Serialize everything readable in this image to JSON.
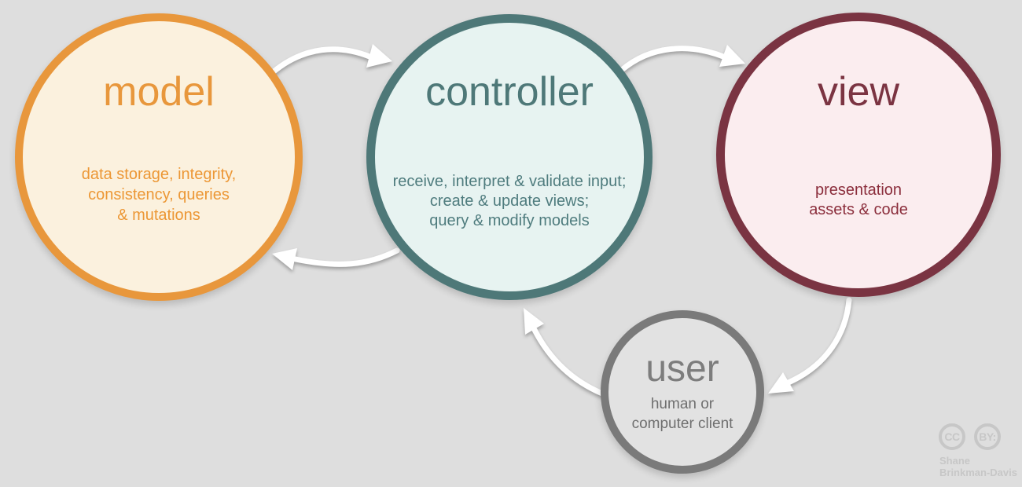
{
  "diagram": {
    "background_color": "#dedede",
    "arrow_color": "#ffffff",
    "nodes": {
      "model": {
        "label": "model",
        "desc_lines": [
          "data storage, integrity,",
          "consistency, queries",
          "& mutations"
        ],
        "border_color": "#e8973c",
        "fill_color": "#fbf1de",
        "text_color": "#e8973c"
      },
      "controller": {
        "label": "controller",
        "desc_lines": [
          "receive, interpret & validate input;",
          "create & update views;",
          "query & modify models"
        ],
        "border_color": "#4e7878",
        "fill_color": "#e7f3f1",
        "text_color": "#4f7c7e"
      },
      "view": {
        "label": "view",
        "desc_lines": [
          "presentation",
          "assets & code"
        ],
        "border_color": "#7a3442",
        "fill_color": "#fbedef",
        "text_color": "#8b2e3c"
      },
      "user": {
        "label": "user",
        "desc_lines": [
          "human or",
          "computer client"
        ],
        "border_color": "#7a7a7a",
        "fill_color": "#e2e2e2",
        "text_color": "#7d7d7d"
      }
    },
    "arrows": [
      {
        "name": "model-to-controller",
        "from": "model",
        "to": "controller"
      },
      {
        "name": "controller-to-view",
        "from": "controller",
        "to": "view"
      },
      {
        "name": "controller-to-model",
        "from": "controller",
        "to": "model"
      },
      {
        "name": "view-to-user",
        "from": "view",
        "to": "user"
      },
      {
        "name": "user-to-controller",
        "from": "user",
        "to": "controller"
      }
    ],
    "credit": {
      "cc_label": "CC",
      "by_label": "BY:",
      "author_line1": "Shane",
      "author_line2": "Brinkman-Davis"
    }
  }
}
